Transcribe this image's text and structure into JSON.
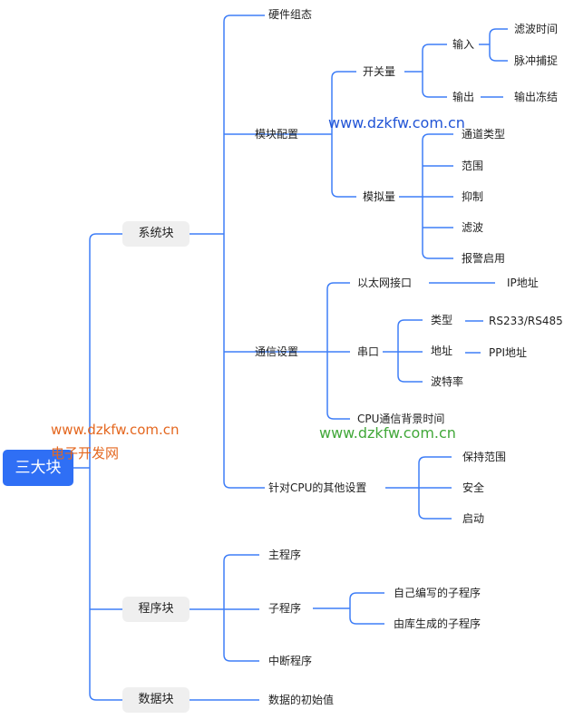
{
  "root": "三大块",
  "system_block": {
    "label": "系统块",
    "hardware": "硬件组态",
    "module_config": "模块配置",
    "switch_qty": "开关量",
    "input": "输入",
    "filter_time": "滤波时间",
    "pulse_capture": "脉冲捕捉",
    "output": "输出",
    "output_freeze": "输出冻结",
    "analog_qty": "模拟量",
    "channel_type": "通道类型",
    "range": "范围",
    "suppress": "抑制",
    "filter": "滤波",
    "alarm_enable": "报警启用",
    "comm_settings": "通信设置",
    "ethernet": "以太网接口",
    "ip_address": "IP地址",
    "serial": "串口",
    "type": "类型",
    "rs": "RS233/RS485",
    "address": "地址",
    "ppi_address": "PPI地址",
    "baud": "波特率",
    "cpu_bg_time": "CPU通信背景时间",
    "cpu_other": "针对CPU的其他设置",
    "retain_range": "保持范围",
    "security": "安全",
    "startup": "启动"
  },
  "program_block": {
    "label": "程序块",
    "main": "主程序",
    "sub": "子程序",
    "self_written": "自己编写的子程序",
    "library": "由库生成的子程序",
    "interrupt": "中断程序"
  },
  "data_block": {
    "label": "数据块",
    "init": "数据的初始值"
  },
  "watermarks": {
    "url_top": "www.dzkfw.com.cn",
    "url_left": "www.dzkfw.com.cn",
    "site_name": "电子开发网",
    "url_center": "www.dzkfw.com.cn"
  },
  "colors": {
    "line": "#3f7ef7",
    "root_fill": "#2f6ff5",
    "block_fill": "#efefef"
  }
}
